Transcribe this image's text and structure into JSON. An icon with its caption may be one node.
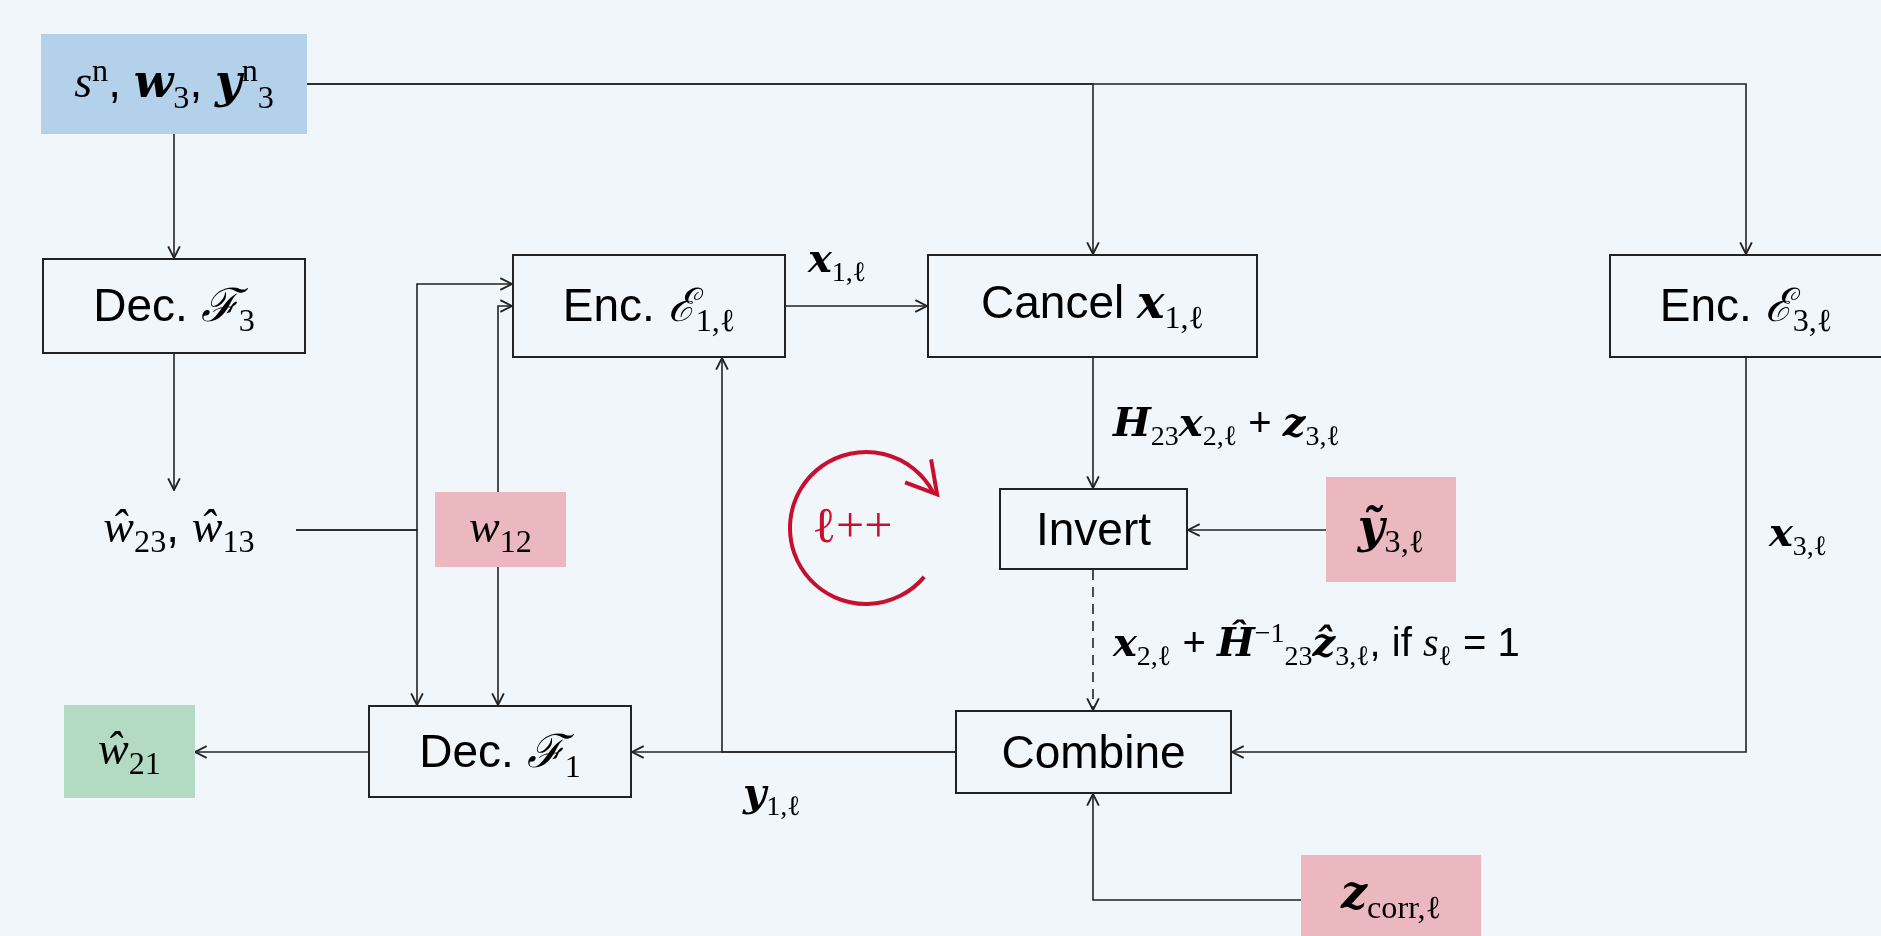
{
  "diagram": {
    "nodes": [
      {
        "text": [
          "*s*$^{n}$, **w**$_{3}$, **y**$^{n}$$_{3}$"
        ]
      },
      {
        "text": [
          "Dec. *ℱ*$_{3}$"
        ]
      },
      {
        "text": [
          "Enc. *ℰ*$_{1,ℓ}$"
        ]
      },
      {
        "text": [
          "Cancel **x**$_{1,ℓ}$"
        ]
      },
      {
        "text": [
          "Enc. *ℰ*$_{3,ℓ}$"
        ]
      },
      {
        "text": [
          "*ŵ*$_{23}$, *ŵ*$_{13}$"
        ]
      },
      {
        "text": [
          "*w*$_{12}$"
        ]
      },
      {
        "text": [
          "Invert"
        ]
      },
      {
        "text": [
          "**ỹ**$_{3,ℓ}$"
        ]
      },
      {
        "text": [
          "*ŵ*$_{21}$"
        ]
      },
      {
        "text": [
          "Dec. *ℱ*$_{1}$"
        ]
      },
      {
        "text": [
          "Combine"
        ]
      },
      {
        "text": [
          "**z**$_{corr,ℓ}$"
        ]
      }
    ],
    "edges": [
      {
        "from": 0,
        "to": 1,
        "arrow": "to"
      },
      {
        "from": 0,
        "to": 3,
        "arrow": "to"
      },
      {
        "from": 0,
        "to": 4,
        "arrow": "to"
      },
      {
        "from": 1,
        "to": 5,
        "arrow": "to"
      },
      {
        "from": 2,
        "to": 3,
        "arrow": "to",
        "label": "**x**$_{1,ℓ}$"
      },
      {
        "from": 3,
        "to": 7,
        "arrow": "to",
        "label": "**H**$_{23}$**x**$_{2,ℓ}$ + **z**$_{3,ℓ}$"
      },
      {
        "from": 8,
        "to": 7,
        "arrow": "to"
      },
      {
        "from": 7,
        "to": 11,
        "arrow": "to",
        "style": "dashed",
        "label": "**x**$_{2,ℓ}$ + **Ĥ**$^{−1}$$_{23}$**ẑ**$_{3,ℓ}$, if *s*$_{ℓ}$ = 1"
      },
      {
        "from": 4,
        "to": 11,
        "arrow": "to",
        "label": "**x**$_{3,ℓ}$"
      },
      {
        "from": 12,
        "to": 11,
        "arrow": "to"
      },
      {
        "from": 11,
        "to": 10,
        "arrow": "to",
        "label": "**y**$_{1,ℓ}$"
      },
      {
        "from": 11,
        "to": 2,
        "arrow": "to"
      },
      {
        "from": 10,
        "to": 9,
        "arrow": "to"
      },
      {
        "from": 5,
        "to": 10,
        "arrow": "to"
      },
      {
        "from": 5,
        "to": 2,
        "arrow": "to"
      },
      {
        "from": 6,
        "to": 10,
        "arrow": "to"
      },
      {
        "from": 6,
        "to": 2,
        "arrow": "to"
      }
    ],
    "labels": [
      "ℓ++"
    ]
  }
}
